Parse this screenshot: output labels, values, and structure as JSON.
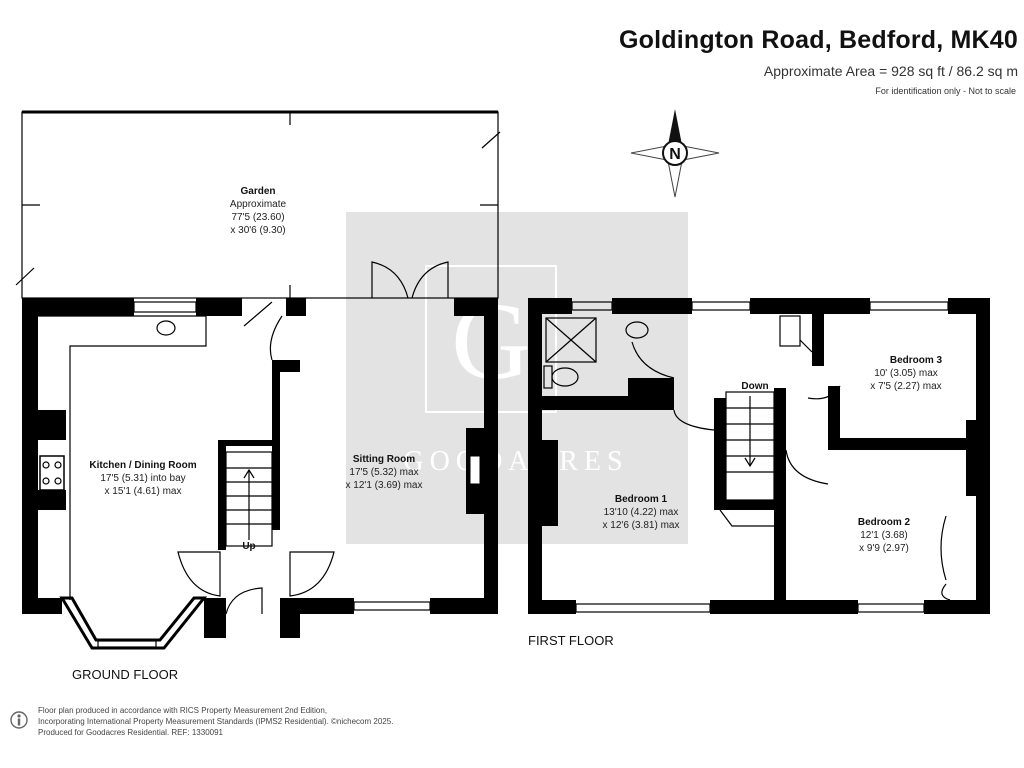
{
  "header": {
    "title": "Goldington Road, Bedford, MK40",
    "area": "Approximate Area = 928 sq ft / 86.2 sq m",
    "note": "For identification only - Not to scale"
  },
  "compass": {
    "label": "N"
  },
  "watermark": {
    "letter": "G",
    "text": "GOODACRES"
  },
  "ground_floor": {
    "label": "GROUND FLOOR",
    "garden": {
      "name": "Garden",
      "sub": "Approximate",
      "dim1": "77'5 (23.60)",
      "dim2": "x 30'6 (9.30)"
    },
    "kitchen": {
      "name": "Kitchen / Dining Room",
      "dim1": "17'5 (5.31) into bay",
      "dim2": "x 15'1 (4.61) max"
    },
    "sitting": {
      "name": "Sitting Room",
      "dim1": "17'5 (5.32) max",
      "dim2": "x 12'1 (3.69) max"
    },
    "stairs_label": "Up"
  },
  "first_floor": {
    "label": "FIRST FLOOR",
    "bedroom1": {
      "name": "Bedroom 1",
      "dim1": "13'10 (4.22) max",
      "dim2": "x 12'6 (3.81) max"
    },
    "bedroom2": {
      "name": "Bedroom 2",
      "dim1": "12'1 (3.68)",
      "dim2": "x 9'9 (2.97)"
    },
    "bedroom3": {
      "name": "Bedroom 3",
      "dim1": "10' (3.05) max",
      "dim2": "x 7'5 (2.27) max"
    },
    "stairs_label": "Down"
  },
  "footer": {
    "line1": "Floor plan produced in accordance with RICS Property Measurement 2nd Edition,",
    "line2": "Incorporating International Property Measurement Standards (IPMS2 Residential). ©nichecom 2025.",
    "line3": "Produced for Goodacres Residential.   REF: 1330091"
  }
}
